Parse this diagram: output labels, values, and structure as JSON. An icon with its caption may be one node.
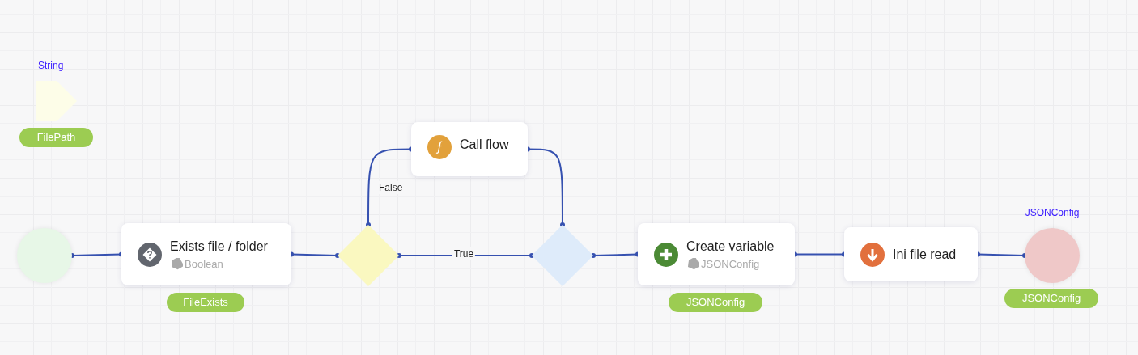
{
  "diagram": {
    "nodes": [
      {
        "text": [
          "String"
        ],
        "beside": [
          "FilePath"
        ]
      },
      {
        "text": [],
        "shape": "circle"
      },
      {
        "text": [
          "Exists file / folder",
          "Boolean"
        ],
        "beside": [
          "FileExists"
        ]
      },
      {
        "text": [],
        "shape": "diamond"
      },
      {
        "text": [
          "Call flow"
        ]
      },
      {
        "text": [],
        "shape": "diamond"
      },
      {
        "text": [
          "Create variable",
          "JSONConfig"
        ],
        "beside": [
          "JSONConfig"
        ]
      },
      {
        "text": [
          "Ini file read"
        ]
      },
      {
        "text": [
          "JSONConfig"
        ],
        "beside": [
          "JSONConfig"
        ]
      }
    ],
    "edges": [
      {
        "from": 1,
        "to": 2,
        "arrow": "other"
      },
      {
        "from": 2,
        "to": 3,
        "arrow": "other"
      },
      {
        "from": 3,
        "to": 4,
        "arrow": "other",
        "label": "False"
      },
      {
        "from": 3,
        "to": 5,
        "arrow": "other",
        "label": "True"
      },
      {
        "from": 4,
        "to": 5,
        "arrow": "other"
      },
      {
        "from": 5,
        "to": 6,
        "arrow": "other"
      },
      {
        "from": 6,
        "to": 7,
        "arrow": "other"
      },
      {
        "from": 7,
        "to": 8,
        "arrow": "other"
      }
    ]
  }
}
